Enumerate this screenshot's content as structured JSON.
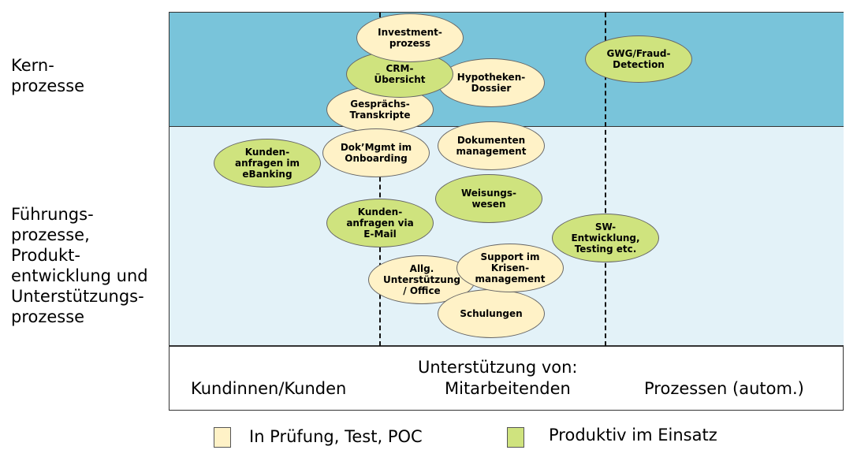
{
  "rows": {
    "core": "Kern-\nprozesse",
    "support": "Führungs-\nprozesse,\nProdukt-\nentwicklung und\nUnterstützungs-\nprozesse"
  },
  "axis": {
    "header": "Unterstützung von:",
    "columns": [
      "Kundinnen/Kunden",
      "Mitarbeitenden",
      "Prozessen (autom.)"
    ]
  },
  "legend": {
    "test_label": "In Prüfung, Test, POC",
    "prod_label": "Produktiv im Einsatz"
  },
  "colors": {
    "core_band": "#79c4da",
    "support_band": "#e3f2f8",
    "test_status": "#fff2c7",
    "prod_status": "#cfe37e"
  },
  "use_cases": [
    {
      "label": "Investment-\nprozess",
      "status": "test"
    },
    {
      "label": "CRM-\nÜbersicht",
      "status": "prod"
    },
    {
      "label": "Hypotheken-\nDossier",
      "status": "test"
    },
    {
      "label": "Gesprächs-\nTranskripte",
      "status": "test"
    },
    {
      "label": "GWG/Fraud-\nDetection",
      "status": "prod"
    },
    {
      "label": "Kunden-\nanfragen im\neBanking",
      "status": "prod"
    },
    {
      "label": "Dok’Mgmt im\nOnboarding",
      "status": "test"
    },
    {
      "label": "Dokumenten\nmanagement",
      "status": "test"
    },
    {
      "label": "Weisungs-\nwesen",
      "status": "prod"
    },
    {
      "label": "Kunden-\nanfragen via\nE-Mail",
      "status": "prod"
    },
    {
      "label": "SW-\nEntwicklung,\nTesting etc.",
      "status": "prod"
    },
    {
      "label": "Allg.\nUnterstützung\n/ Office",
      "status": "test"
    },
    {
      "label": "Support im\nKrisen-\nmanagement",
      "status": "test"
    },
    {
      "label": "Schulungen",
      "status": "test"
    }
  ]
}
